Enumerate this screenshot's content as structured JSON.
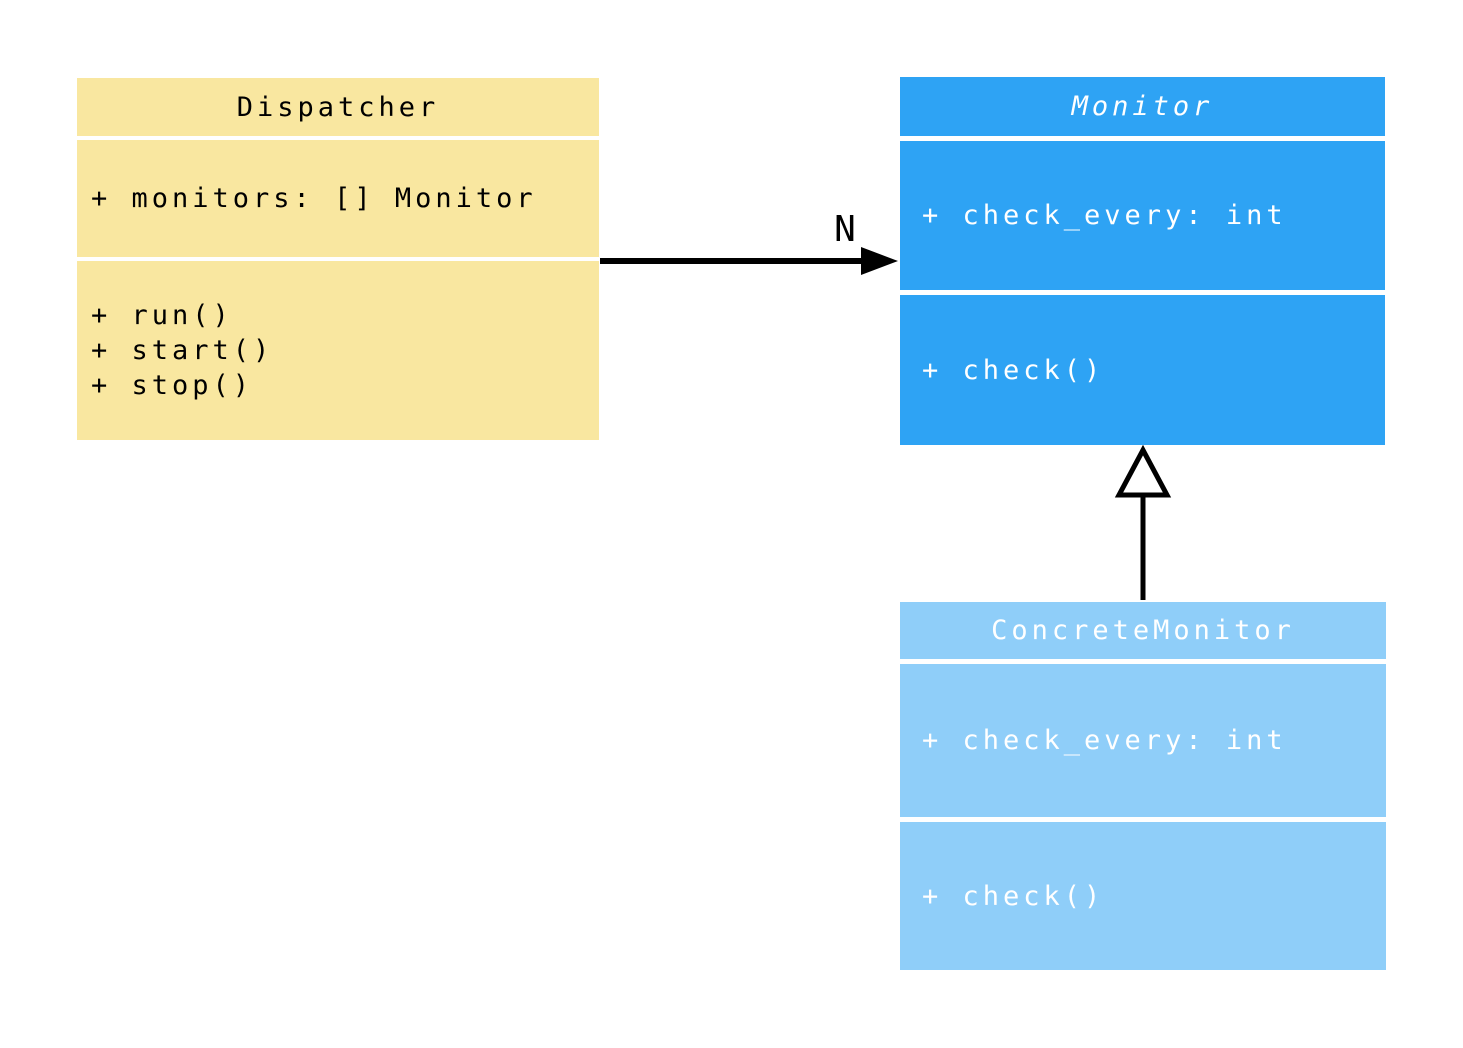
{
  "diagram": {
    "type": "uml-class-diagram",
    "classes": [
      {
        "name": "Dispatcher",
        "abstract": false,
        "bg": "#F9E7A0",
        "text_color": "#000000",
        "attributes": [
          "+ monitors: [] Monitor"
        ],
        "methods": [
          "+ run()",
          "+ start()",
          "+ stop()"
        ]
      },
      {
        "name": "Monitor",
        "abstract": true,
        "bg": "#2EA3F4",
        "text_color": "#FFFFFF",
        "attributes": [
          "+ check_every: int"
        ],
        "methods": [
          "+ check()"
        ]
      },
      {
        "name": "ConcreteMonitor",
        "abstract": false,
        "bg": "#8FCEF9",
        "text_color": "#FFFFFF",
        "attributes": [
          "+ check_every: int"
        ],
        "methods": [
          "+ check()"
        ]
      }
    ],
    "edges": [
      {
        "type": "association",
        "from": "Dispatcher",
        "to": "Monitor",
        "label": "N",
        "color": "#000000"
      },
      {
        "type": "generalization",
        "from": "ConcreteMonitor",
        "to": "Monitor",
        "label": "",
        "color": "#000000",
        "head_fill": "#FFFFFF"
      }
    ]
  }
}
